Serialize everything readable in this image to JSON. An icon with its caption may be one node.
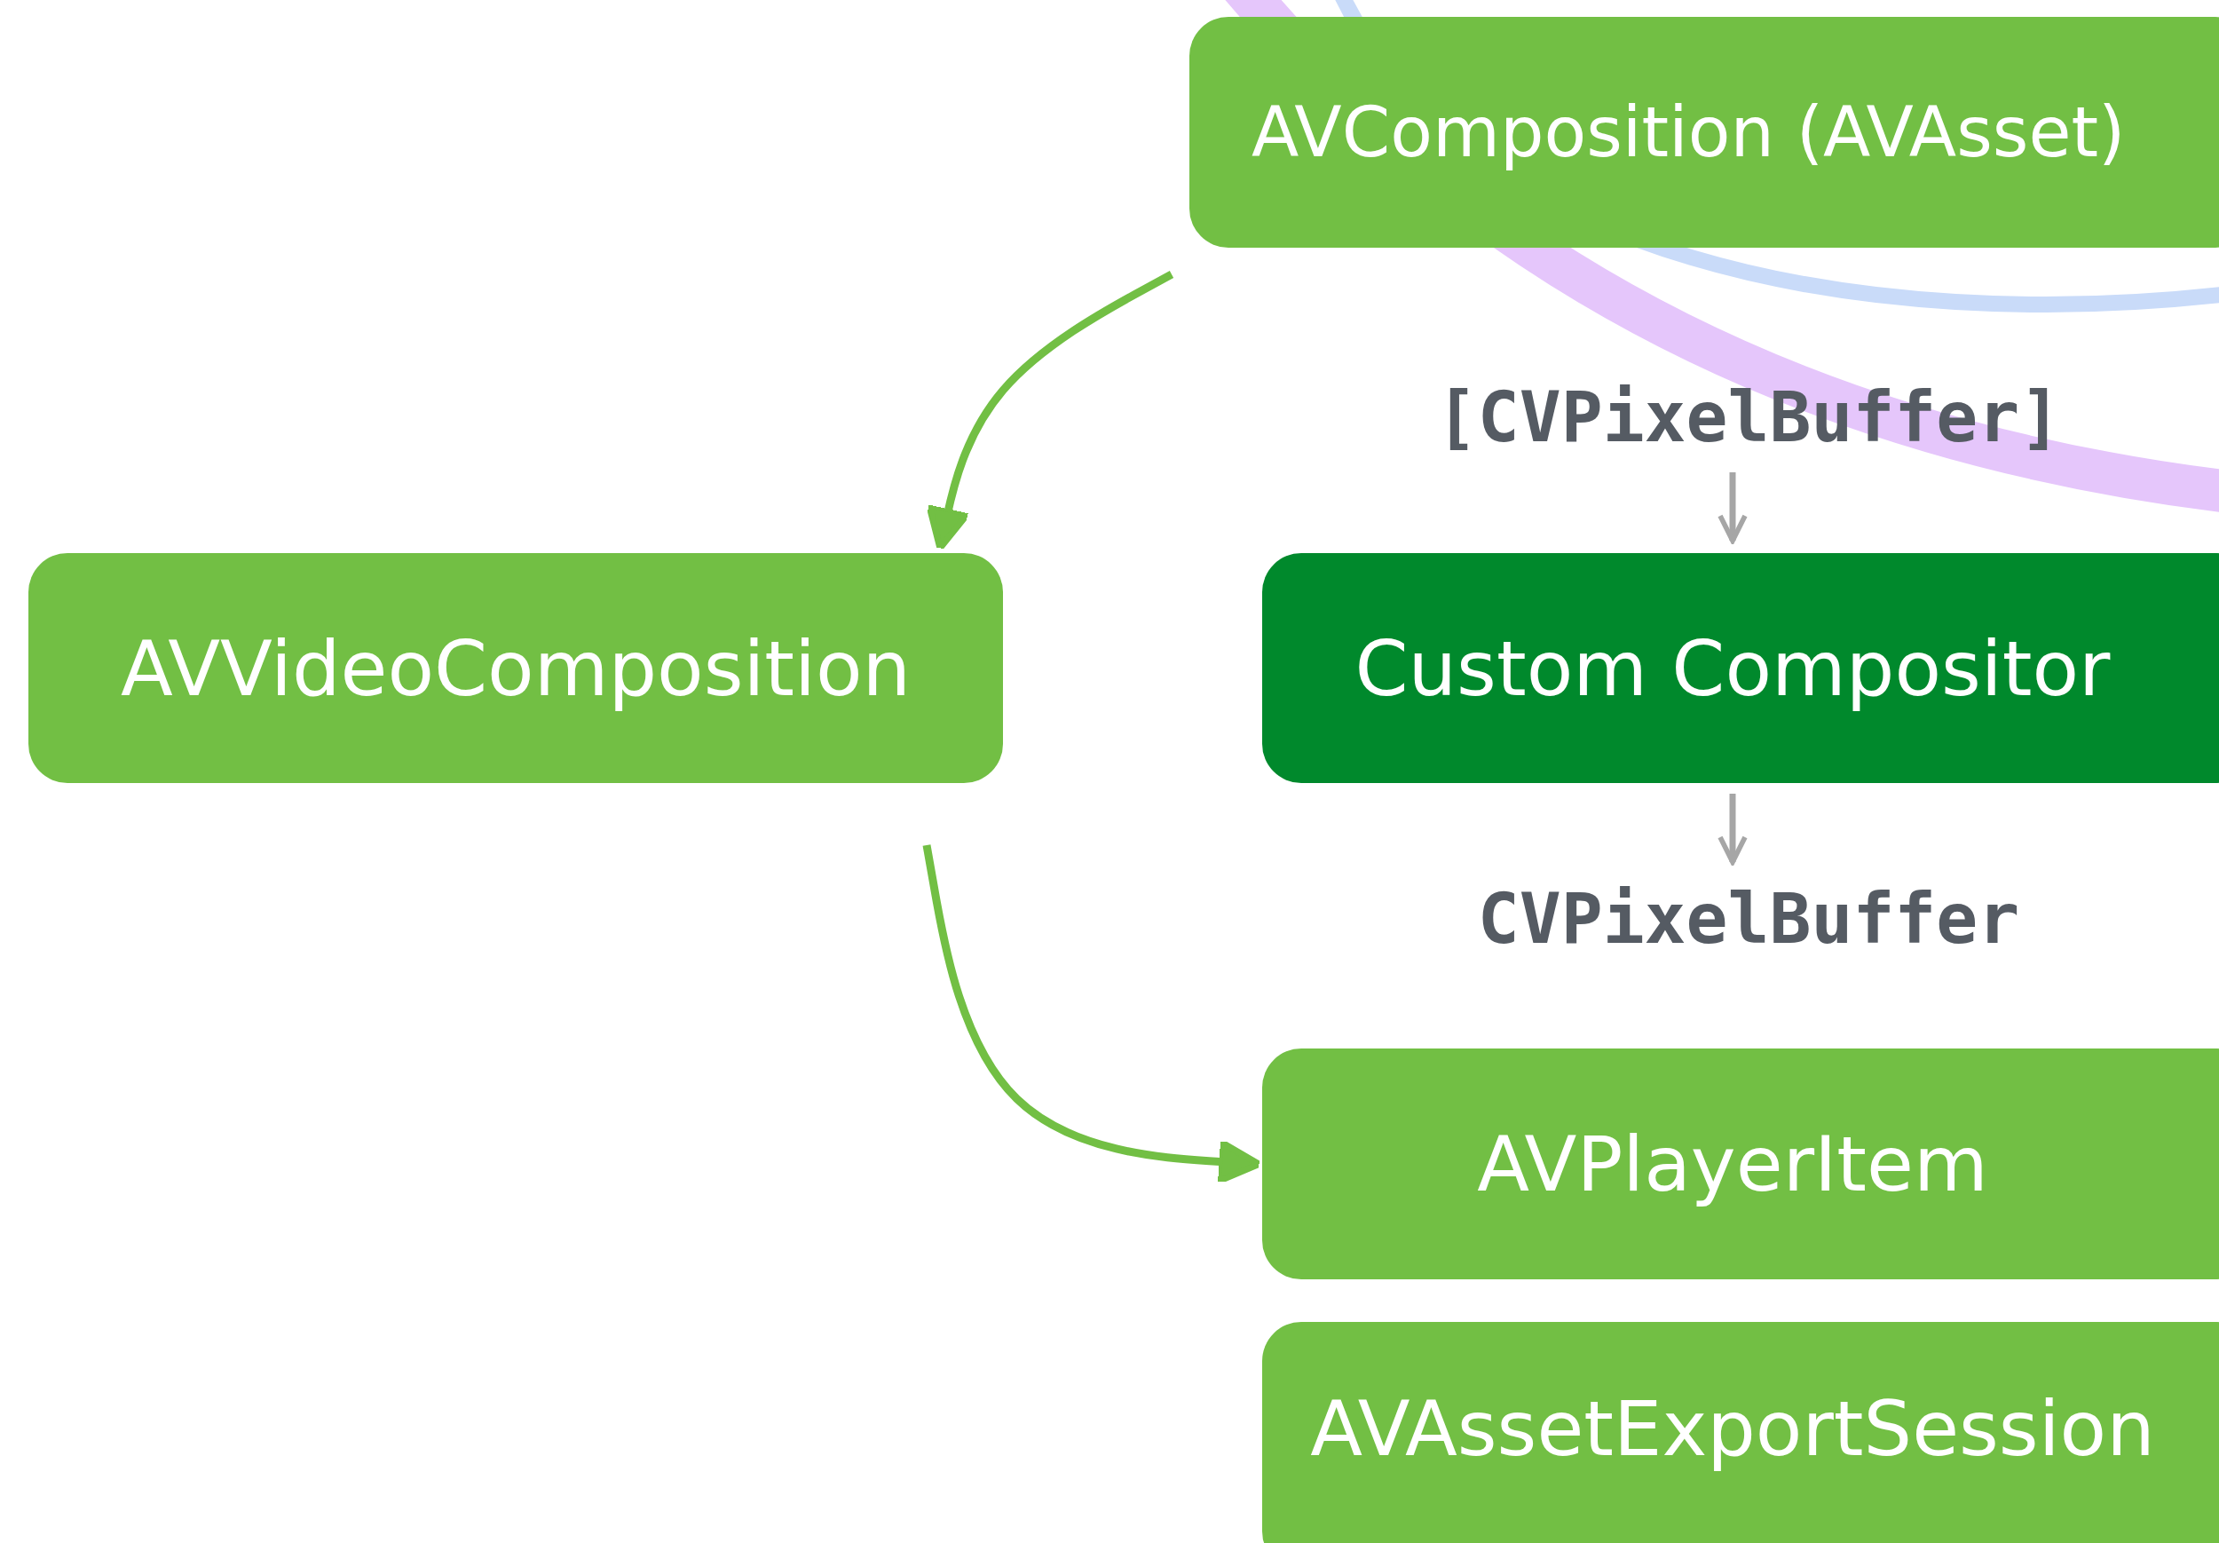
{
  "diagram": {
    "nodes": [
      {
        "text": [
          "AVComposition (AVAsset)"
        ]
      },
      {
        "text": [
          "AVVideoComposition"
        ]
      },
      {
        "text": [
          "Custom Compositor"
        ]
      },
      {
        "text": [
          "AVPlayerItem"
        ]
      },
      {
        "text": [
          "AVAssetExportSession"
        ]
      },
      {
        "text": [
          "[CVPixelBuffer]"
        ]
      },
      {
        "text": [
          "CVPixelBuffer"
        ]
      }
    ],
    "edges": [
      {
        "from": 0,
        "to": 1,
        "arrow": "to"
      },
      {
        "from": 1,
        "to": 3,
        "arrow": "to"
      },
      {
        "from": 5,
        "to": 2,
        "arrow": "to",
        "color": "#a6a6a6"
      },
      {
        "from": 2,
        "to": 6,
        "arrow": "to",
        "color": "#a6a6a6"
      }
    ]
  }
}
